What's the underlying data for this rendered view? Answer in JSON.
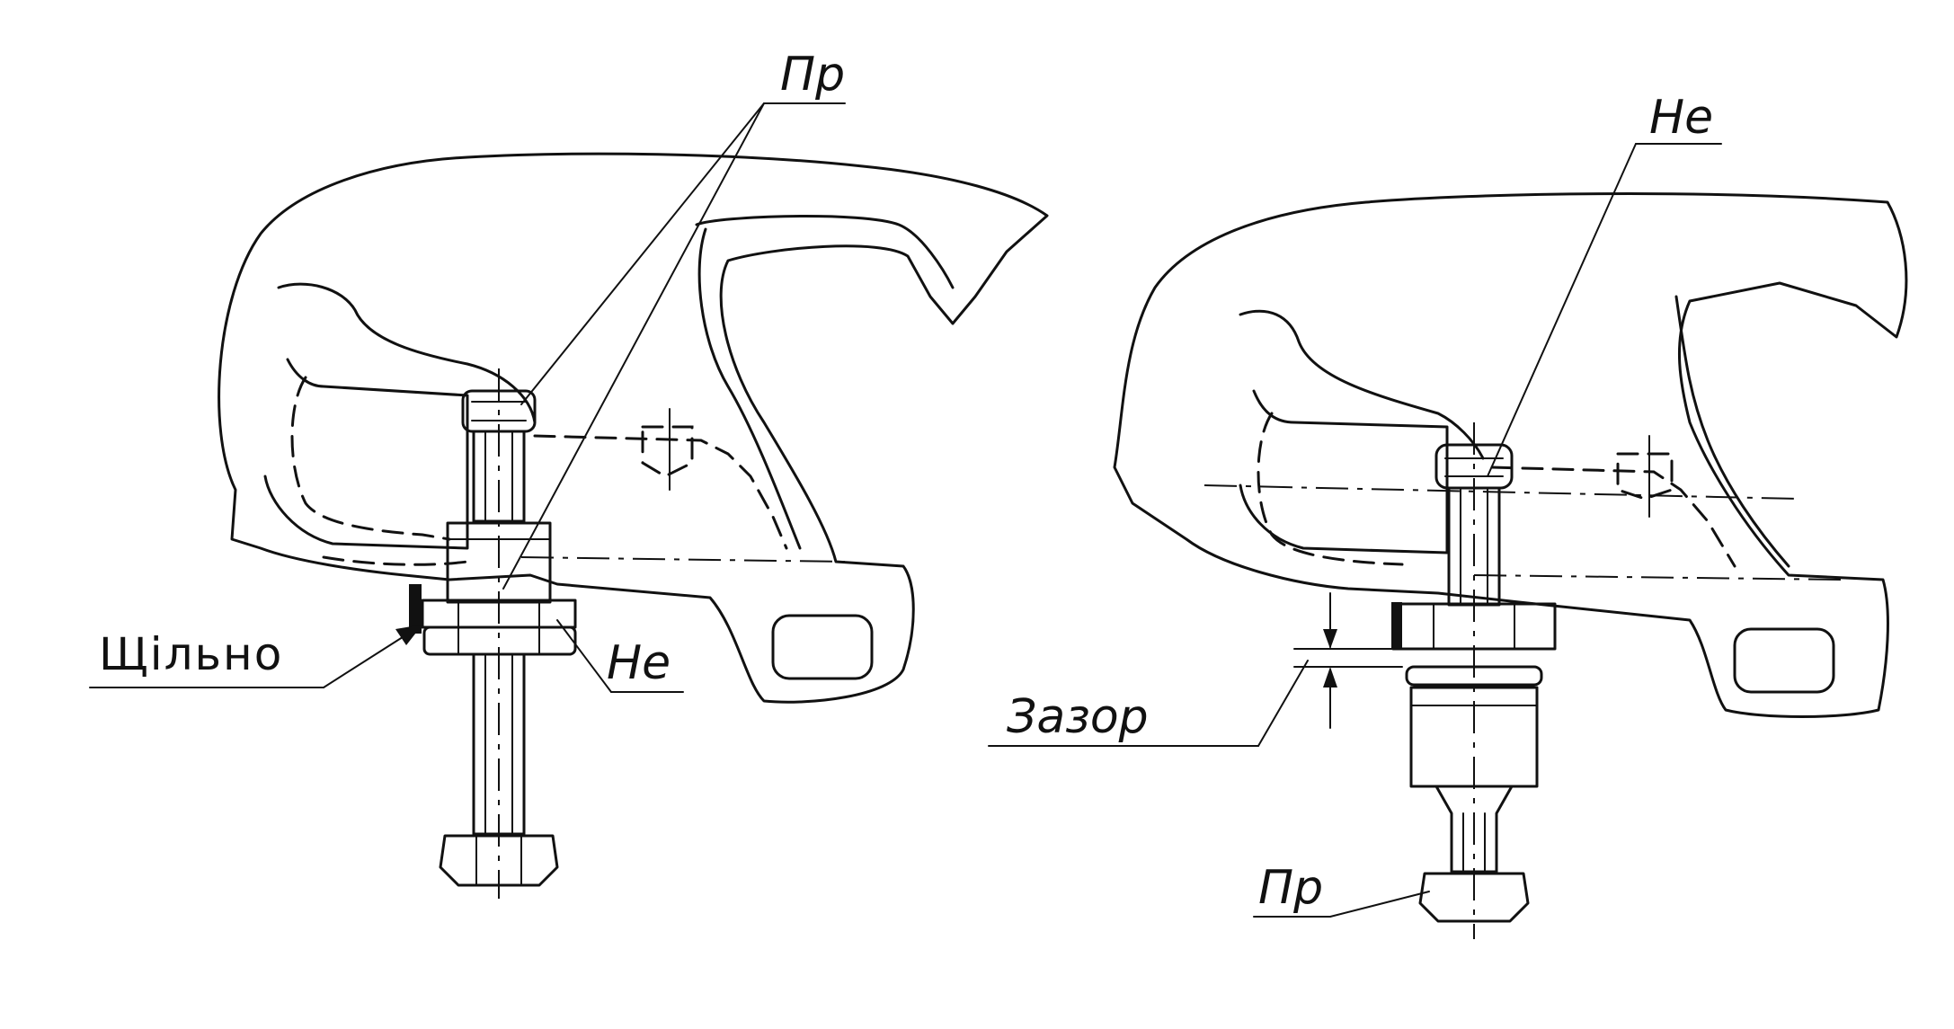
{
  "left_view": {
    "label_top": "Пр",
    "label_left": "Щільно",
    "label_right": "Не"
  },
  "right_view": {
    "label_top": "Не",
    "label_gap": "Зазор",
    "label_bottom": "Пр"
  }
}
